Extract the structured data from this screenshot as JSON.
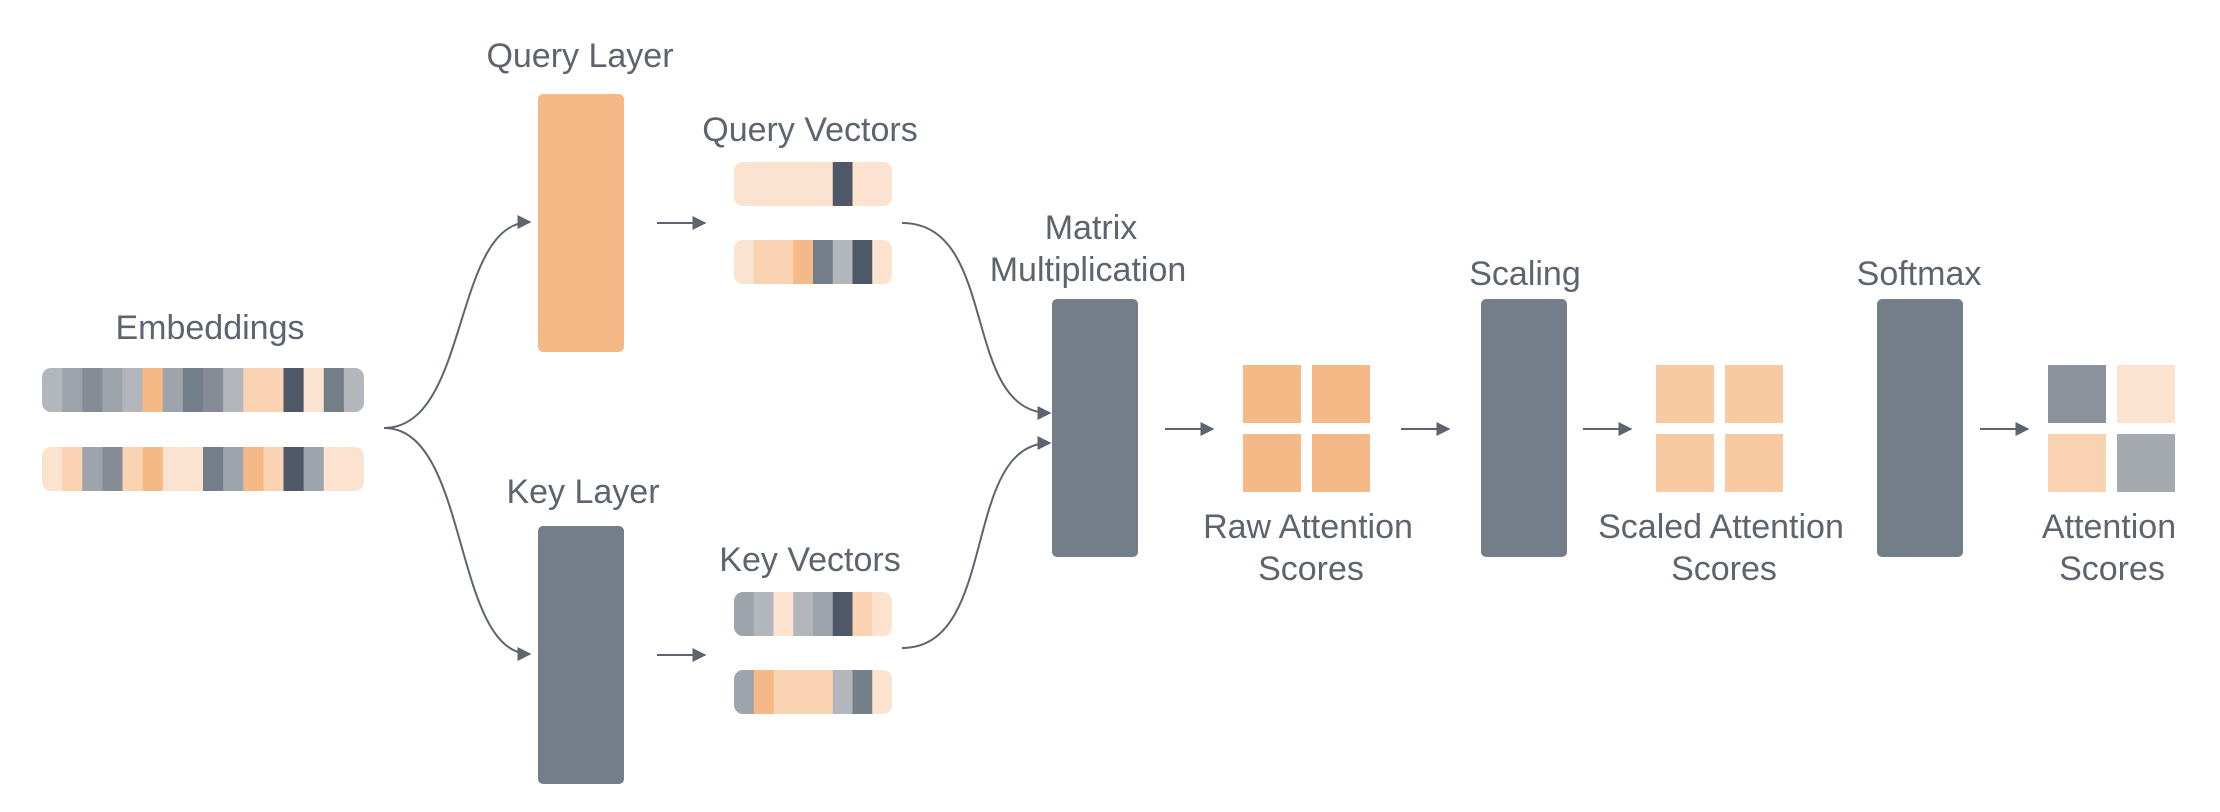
{
  "labels": {
    "embeddings": "Embeddings",
    "query_layer": "Query Layer",
    "key_layer": "Key Layer",
    "query_vectors": "Query Vectors",
    "key_vectors": "Key Vectors",
    "matmul_line1": "Matrix",
    "matmul_line2": "Multiplication",
    "scaling": "Scaling",
    "softmax": "Softmax",
    "raw_line1": "Raw Attention",
    "raw_line2": "Scores",
    "scaled_line1": "Scaled Attention",
    "scaled_line2": "Scores",
    "attn_line1": "Attention",
    "attn_line2": "Scores"
  },
  "colors": {
    "orange": "#f4b987",
    "orange_light": "#f9d2b1",
    "orange_pale": "#fbe3d0",
    "gray": "#747e88",
    "gray_mid": "#9ea4ab",
    "gray_light": "#b3b7bd",
    "gray_dark": "#4f5866",
    "arrow": "#5d646d",
    "text": "#5d646d"
  },
  "vectors": {
    "embedding_1": [
      "#b3b7bd",
      "#9ea4ab",
      "#858c95",
      "#9ea4ab",
      "#b3b7bd",
      "#f4b987",
      "#9ea4ab",
      "#747e88",
      "#858c95",
      "#b3b7bd",
      "#f9d2b1",
      "#f9d2b1",
      "#4f5866",
      "#fbe3d0",
      "#747e88",
      "#b3b7bd"
    ],
    "embedding_2": [
      "#fbe3d0",
      "#f9d2b1",
      "#9ea4ab",
      "#858c95",
      "#f9d2b1",
      "#f4b987",
      "#fbe3d0",
      "#fbe3d0",
      "#747e88",
      "#9ea4ab",
      "#f4b987",
      "#f9d2b1",
      "#4f5866",
      "#9ea4ab",
      "#fbe3d0",
      "#fbe3d0"
    ],
    "query_1": [
      "#fbe3d0",
      "#fbe3d0",
      "#fbe3d0",
      "#fbe3d0",
      "#fbe3d0",
      "#4f5866",
      "#fbe3d0",
      "#fbe3d0"
    ],
    "query_2": [
      "#fbe3d0",
      "#f9d2b1",
      "#f9d2b1",
      "#f4b987",
      "#747e88",
      "#b3b7bd",
      "#4f5866",
      "#fbe3d0"
    ],
    "key_1": [
      "#9ea4ab",
      "#b3b7bd",
      "#fbe3d0",
      "#b3b7bd",
      "#9ea4ab",
      "#4f5866",
      "#f9d2b1",
      "#fbe3d0"
    ],
    "key_2": [
      "#9ea4ab",
      "#f4b987",
      "#f9d2b1",
      "#f9d2b1",
      "#f9d2b1",
      "#b3b7bd",
      "#747e88",
      "#fbe3d0"
    ]
  },
  "matrices": {
    "raw_scores": [
      "#f4b987",
      "#f4b987",
      "#f4b987",
      "#f4b987"
    ],
    "scaled_scores": [
      "#f9c9a2",
      "#f9c9a2",
      "#f9c9a2",
      "#f9c9a2"
    ],
    "attention_scores": [
      "#8b929b",
      "#fbe3d0",
      "#f9d2b1",
      "#a5aab1"
    ]
  }
}
